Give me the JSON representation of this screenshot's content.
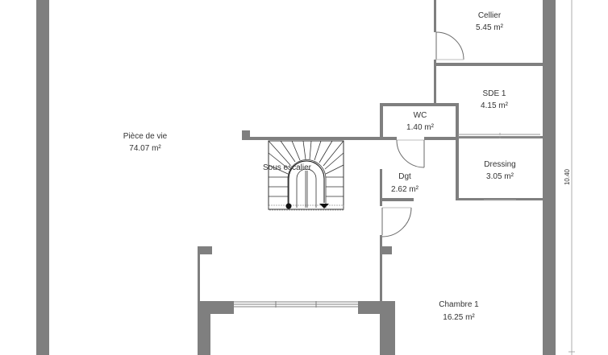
{
  "colors": {
    "wall": "#7f7f7f",
    "background": "#ffffff",
    "text": "#333333",
    "door": "#9a9a9a"
  },
  "rooms": {
    "cellier": {
      "name": "Cellier",
      "area": "5.45 m²"
    },
    "sde1": {
      "name": "SDE 1",
      "area": "4.15 m²"
    },
    "wc": {
      "name": "WC",
      "area": "1.40 m²"
    },
    "piece_de_vie": {
      "name": "Pièce de vie",
      "area": "74.07 m²"
    },
    "dressing": {
      "name": "Dressing",
      "area": "3.05 m²"
    },
    "dgt": {
      "name": "Dgt",
      "area": "2.62 m²"
    },
    "chambre1": {
      "name": "Chambre 1",
      "area": "16.25 m²"
    }
  },
  "stairs": {
    "label": "Sous escalier"
  },
  "dimensions": {
    "right_height": "10.40"
  }
}
